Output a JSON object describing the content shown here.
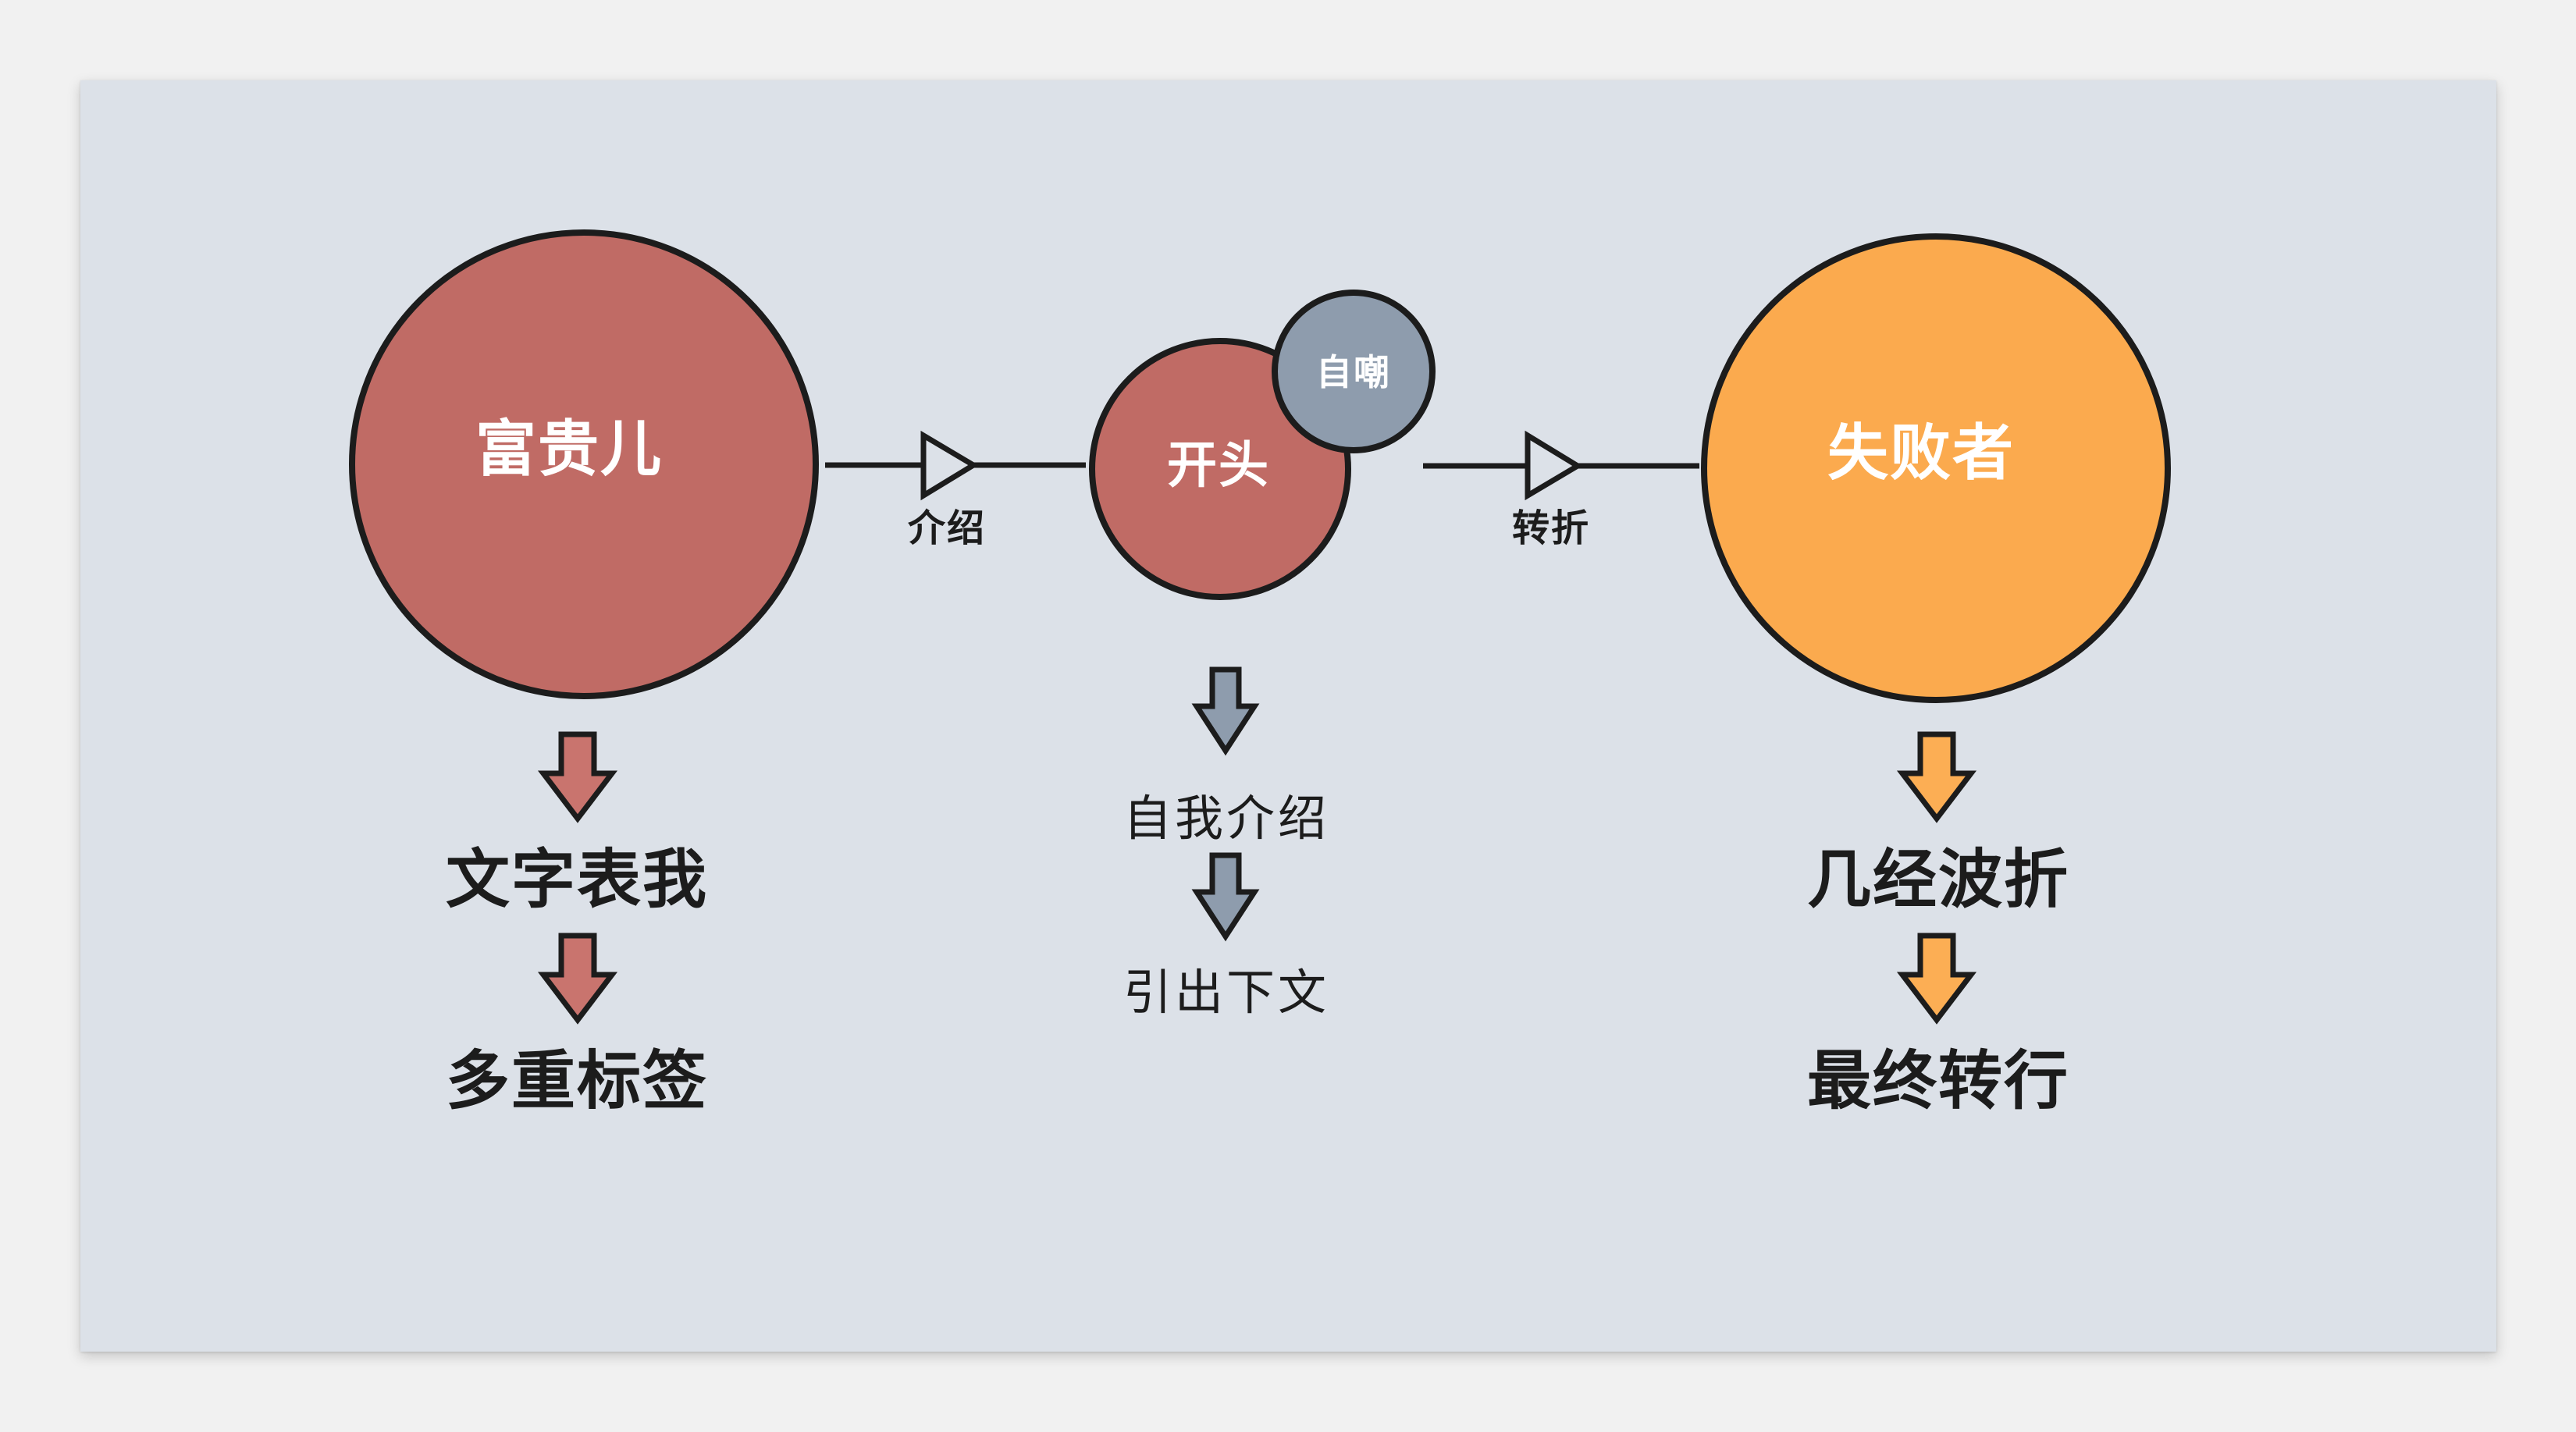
{
  "diagram": {
    "nodes": {
      "left_circle": {
        "label": "富贵儿"
      },
      "start_circle": {
        "label": "开头"
      },
      "self_mock_circle": {
        "label": "自嘲"
      },
      "right_circle": {
        "label": "失败者"
      }
    },
    "connectors": {
      "intro": {
        "label": "介绍"
      },
      "twist": {
        "label": "转折"
      }
    },
    "columns": {
      "left": {
        "step1": "文字表我",
        "step2": "多重标签"
      },
      "middle": {
        "step1": "自我介绍",
        "step2": "引出下文"
      },
      "right": {
        "step1": "几经波折",
        "step2": "最终转行"
      }
    }
  },
  "colors": {
    "outer_background": "#f1f1f1",
    "panel_background": "#dce1e8",
    "node_red": "#c06b65",
    "arrow_red": "#c9746e",
    "node_gray": "#8e9cad",
    "arrow_gray": "#8e9cad",
    "node_orange": "#fbaa4e",
    "arrow_orange": "#fcae54",
    "ink": "#1c1c1c",
    "node_text": "#ffffff"
  }
}
